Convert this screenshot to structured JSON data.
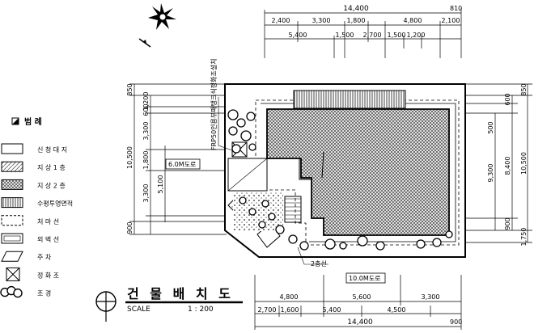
{
  "legend": {
    "title": "범 례",
    "items": [
      {
        "label": "신 청 대 지",
        "pattern": "plain"
      },
      {
        "label": "지 상 1 층",
        "pattern": "hatch-light"
      },
      {
        "label": "지 상 2 층",
        "pattern": "cross"
      },
      {
        "label": "수평투영면적",
        "pattern": "vertical"
      },
      {
        "label": "처 마 선",
        "pattern": "dashed"
      },
      {
        "label": "외 벽 선",
        "pattern": "double"
      },
      {
        "label": "주 차",
        "pattern": "parking"
      },
      {
        "label": "정 화 조",
        "pattern": "x-box"
      },
      {
        "label": "조 경",
        "pattern": "trees"
      }
    ]
  },
  "title": {
    "main": "건 물 배 치 도",
    "scale_label": "SCALE",
    "scale_value": "1 : 200"
  },
  "dims": {
    "top_total": "14,400",
    "top_right": "810",
    "top_row1": [
      "2,400",
      "3,300",
      "1,800",
      "4,800",
      "2,100"
    ],
    "top_row2": [
      "5,400",
      "1,500",
      "2,700",
      "1,500",
      "1,200"
    ],
    "bottom_total": "14,400",
    "bottom_right": "900",
    "bottom_row1": [
      "4,800",
      "5,600",
      "3,300"
    ],
    "bottom_row2": [
      "2,700",
      "1,600",
      "5,400",
      "4,500"
    ],
    "left_outer": [
      "850",
      "10,500",
      "900"
    ],
    "left_mid": [
      "1,200",
      "600",
      "3,300",
      "1,800",
      "3,300"
    ],
    "left_inner": "5,100",
    "right_outer": [
      "850",
      "10,500",
      "1,750"
    ],
    "right_mid": [
      "600",
      "8,400",
      "900"
    ],
    "right_inner": [
      "500",
      "9,300"
    ]
  },
  "road_left": "6.0M도로",
  "road_bottom": "10.0M도로",
  "septic_note": "FRP50인용부패탱크식정화조설치",
  "stair_note": "2층선",
  "colors": {
    "ink": "#000000",
    "paper": "#ffffff",
    "hatch": "#8a8a8a"
  }
}
